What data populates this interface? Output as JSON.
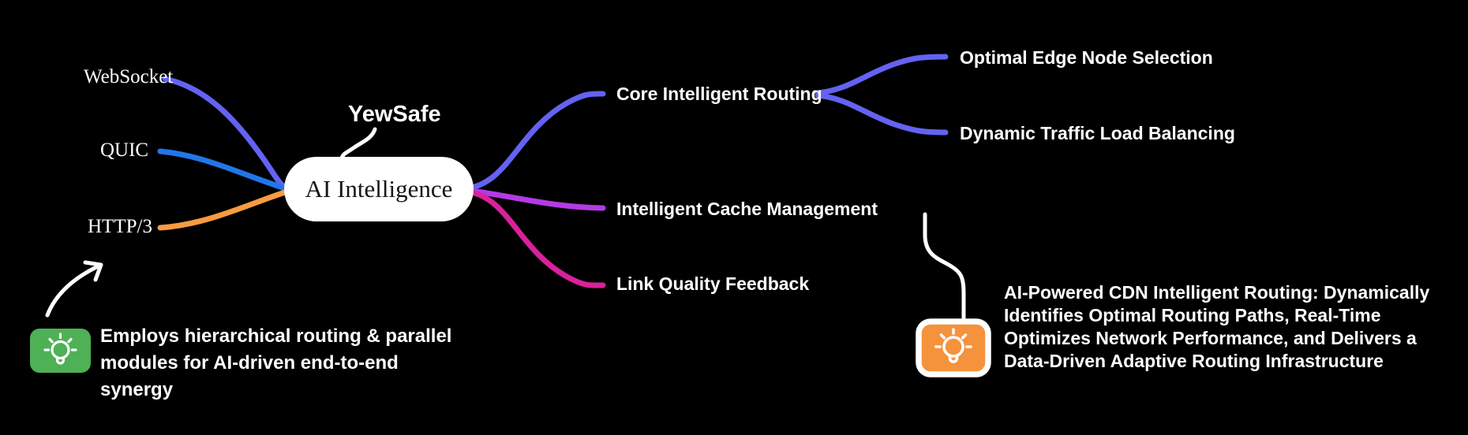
{
  "mindmap": {
    "background_color": "#000000",
    "title_label": "YewSafe",
    "root_label": "AI Intelligence",
    "left_branches": [
      {
        "label": "WebSocket",
        "color": "#6462f2"
      },
      {
        "label": "QUIC",
        "color": "#2176e8"
      },
      {
        "label": "HTTP/3",
        "color": "#f89b40"
      }
    ],
    "right_branches": [
      {
        "label": "Core Intelligent Routing",
        "color": "#6462f2",
        "children": [
          {
            "label": "Optimal Edge Node Selection"
          },
          {
            "label": "Dynamic Traffic Load Balancing"
          }
        ]
      },
      {
        "label": "Intelligent Cache Management",
        "color": "#b43ae6"
      },
      {
        "label": "Link Quality Feedback",
        "color": "#d9219b"
      }
    ],
    "annotations": {
      "connector_color": "#ffffff",
      "left_note": {
        "icon": "lightbulb-icon",
        "icon_color": "#4eb155",
        "lines": [
          "Employs hierarchical routing & parallel",
          "modules for AI-driven end-to-end",
          "synergy"
        ]
      },
      "right_note": {
        "icon": "lightbulb-icon",
        "icon_color": "#f5923c",
        "lines": [
          "AI-Powered CDN Intelligent Routing: Dynamically",
          "Identifies Optimal Routing Paths, Real-Time",
          "Optimizes Network Performance, and Delivers a",
          "Data-Driven Adaptive Routing Infrastructure"
        ]
      }
    }
  }
}
